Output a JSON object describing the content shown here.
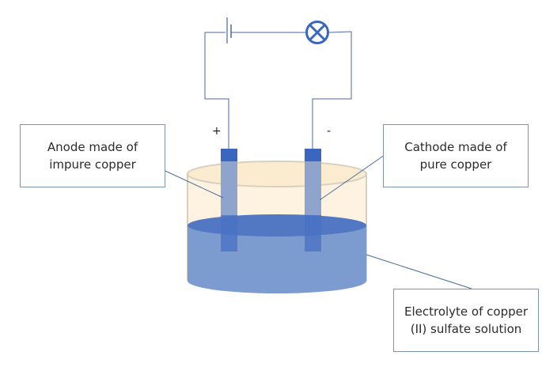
{
  "diagram": {
    "title": "Electrolytic refining of copper",
    "labels": {
      "anode": [
        "Anode made of",
        "impure copper"
      ],
      "cathode": [
        "Cathode made of",
        "pure copper"
      ],
      "electrolyte": [
        "Electrolyte of copper",
        "(II) sulfate solution"
      ]
    },
    "terminals": {
      "positive": "+",
      "negative": "-"
    },
    "components": [
      "battery-cell",
      "lamp",
      "anode",
      "cathode",
      "beaker",
      "electrolyte"
    ],
    "colors": {
      "wire": "#4a6a9c",
      "electrode": "#3a66c0",
      "electrolyte": "#7899d0",
      "electrolyte_surface": "#5278c4",
      "beaker": "#fdf3e0",
      "beaker_outline": "#d9cfc0",
      "label_border": "#7f94b0"
    }
  }
}
